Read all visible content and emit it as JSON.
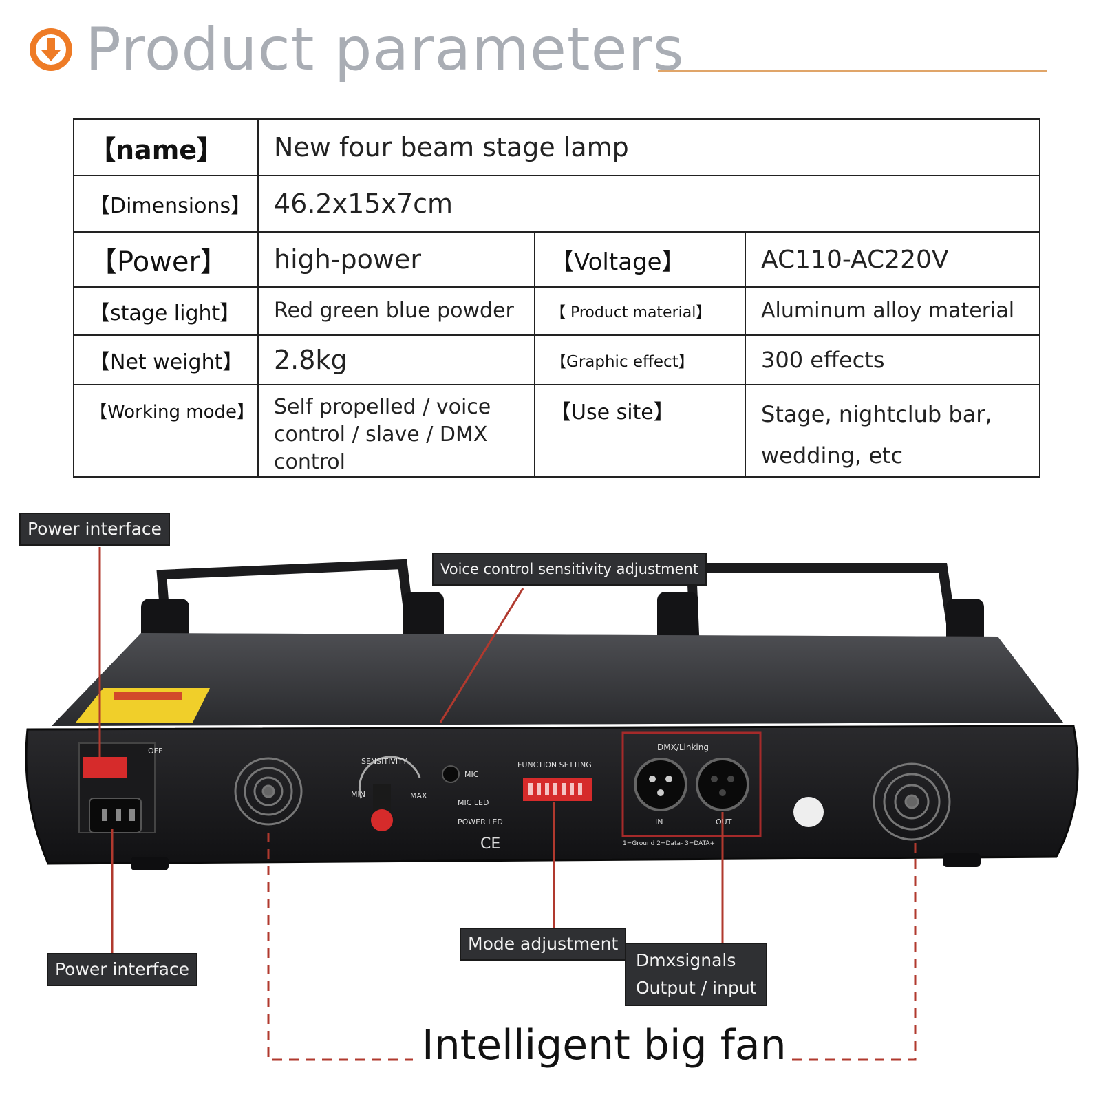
{
  "header": {
    "title": "Product parameters",
    "icon": "orange-down-arrow-circle-icon",
    "accent_color": "#ee7b26",
    "line_color": "#e0a569"
  },
  "params": {
    "name": {
      "label": "【name】",
      "value": "New four beam stage lamp"
    },
    "dimensions": {
      "label": "【Dimensions】",
      "value": "46.2x15x7cm"
    },
    "power": {
      "label": "【Power】",
      "value": "high-power"
    },
    "voltage": {
      "label": "【Voltage】",
      "value": "AC110-AC220V"
    },
    "stage_light": {
      "label": "【stage light】",
      "value": "Red green blue powder"
    },
    "product_material": {
      "label": "【 Product material】",
      "value": "Aluminum alloy material"
    },
    "net_weight": {
      "label": "【Net weight】",
      "value": "2.8kg"
    },
    "graphic_effect": {
      "label": "【Graphic effect】",
      "value": "300 effects"
    },
    "working_mode": {
      "label": "【Working mode】",
      "value": "Self propelled / voice control / slave / DMX control"
    },
    "use_site": {
      "label": "【Use site】",
      "value": "Stage, nightclub bar, wedding, etc"
    }
  },
  "callouts": {
    "power_interface_top": "Power interface",
    "voice_control": "Voice control sensitivity adjustment",
    "power_interface_bottom": "Power interface",
    "mode_adjustment": "Mode adjustment",
    "dmx_line1": "Dmxsignals",
    "dmx_line2": "Output / input",
    "fan_caption": "Intelligent big fan"
  },
  "device_labels": {
    "off": "OFF",
    "sensitivity": "SENSITIVITY",
    "min": "MIN",
    "max": "MAX",
    "mic": "MIC",
    "mic_led": "MIC LED",
    "power_led": "POWER LED",
    "ce": "CE",
    "function_setting": "FUNCTION SETTING",
    "dmx_linking": "DMX/Linking",
    "in": "IN",
    "out": "OUT",
    "pinout": "1=Ground 2=Data- 3=DATA+"
  },
  "colors": {
    "callout_bg": "#2f3033",
    "leader_line": "#b0392e",
    "device_body": "#1e1e20"
  }
}
